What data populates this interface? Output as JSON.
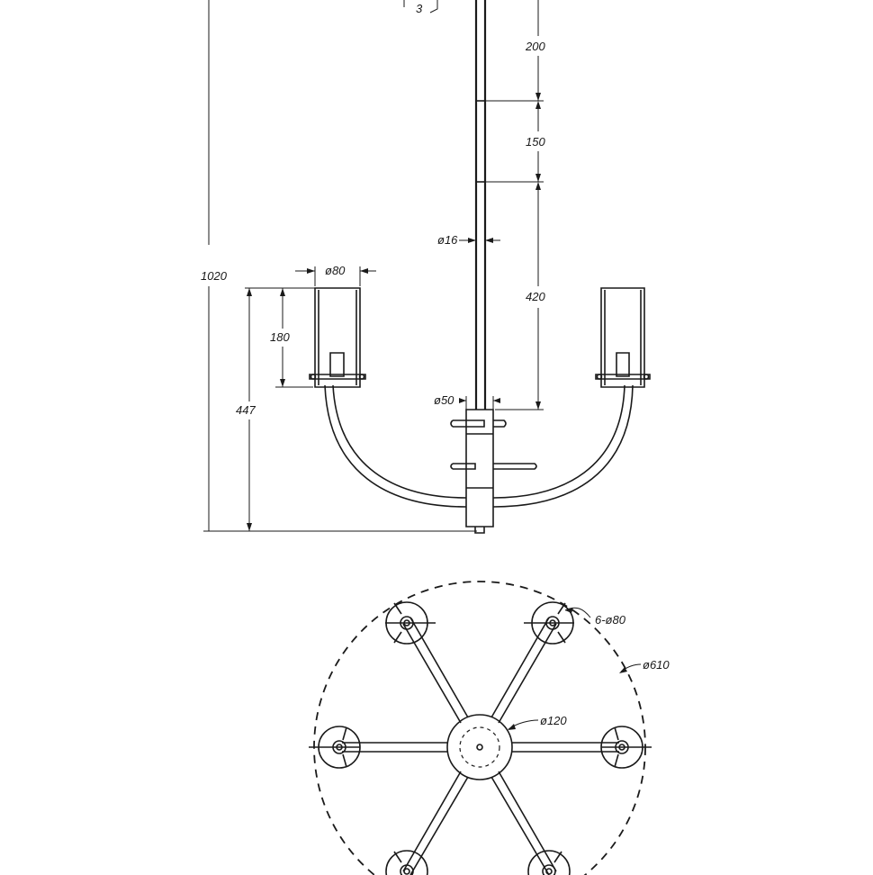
{
  "drawing": {
    "side_view": {
      "dimensions": {
        "overall_height": "1020",
        "stem_segment_top": "200",
        "stem_segment_middle": "150",
        "stem_segment_bottom": "420",
        "stem_diameter": "ø16",
        "canopy_detail": "3",
        "shade_diameter": "ø80",
        "shade_height": "180",
        "arm_height": "447",
        "hub_diameter": "ø50"
      }
    },
    "top_view": {
      "dimensions": {
        "shades": "6-ø80",
        "overall_diameter": "ø610",
        "hub_diameter": "ø120"
      }
    }
  }
}
